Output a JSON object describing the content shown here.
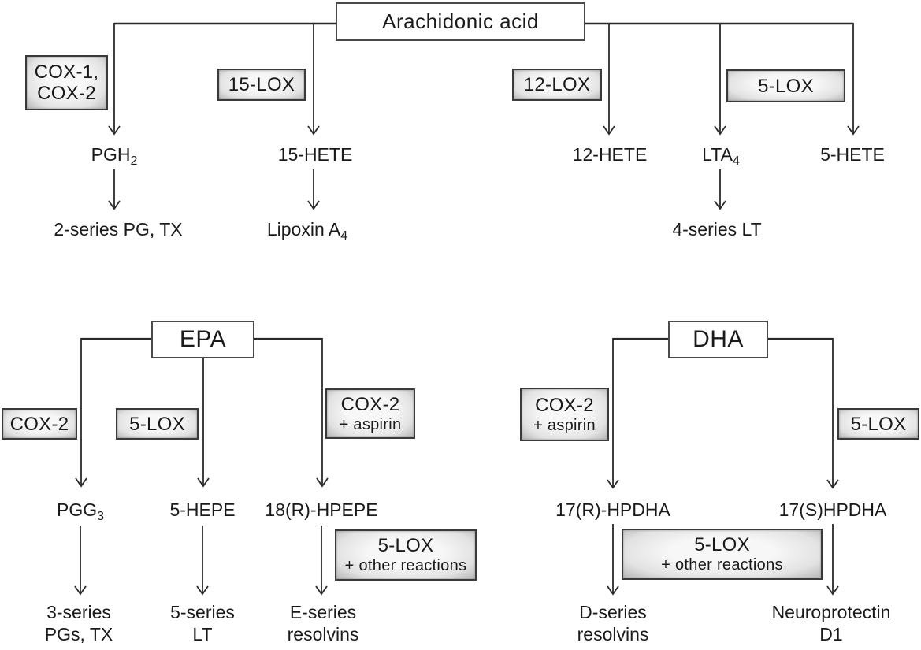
{
  "colors": {
    "line": "#2a2a2a",
    "box_border": "#3a3a3a",
    "enzyme_fill": "#e8e8e8",
    "background": "#ffffff"
  },
  "aa": {
    "substrate": "Arachidonic acid",
    "enzymes": {
      "cox": {
        "line1": "COX-1,",
        "line2": "COX-2"
      },
      "lox15": "15-LOX",
      "lox12": "12-LOX",
      "lox5": "5-LOX"
    },
    "intermediates": {
      "pgh2": {
        "base": "PGH",
        "sub": "2"
      },
      "hete15": "15-HETE",
      "hete12": "12-HETE",
      "lta4": {
        "base": "LTA",
        "sub": "4"
      },
      "hete5": "5-HETE"
    },
    "products": {
      "pg2": "2-series PG, TX",
      "lipoxin": {
        "base": "Lipoxin A",
        "sub": "4"
      },
      "lt4": "4-series LT"
    }
  },
  "epa": {
    "substrate": "EPA",
    "enzymes": {
      "cox2": "COX-2",
      "lox5": "5-LOX",
      "cox2_aspirin": {
        "line1": "COX-2",
        "line2": "+ aspirin"
      },
      "lox5_other": {
        "line1": "5-LOX",
        "line2": "+ other reactions"
      }
    },
    "intermediates": {
      "pgg3": {
        "base": "PGG",
        "sub": "3"
      },
      "hepe5": "5-HEPE",
      "hpepe18": "18(R)-HPEPE"
    },
    "products": {
      "pg3": {
        "line1": "3-series",
        "line2": "PGs, TX"
      },
      "lt5": {
        "line1": "5-series",
        "line2": "LT"
      },
      "eres": {
        "line1": "E-series",
        "line2": "resolvins"
      }
    }
  },
  "dha": {
    "substrate": "DHA",
    "enzymes": {
      "cox2_aspirin": {
        "line1": "COX-2",
        "line2": "+ aspirin"
      },
      "lox5": "5-LOX",
      "lox5_other": {
        "line1": "5-LOX",
        "line2": "+ other reactions"
      }
    },
    "intermediates": {
      "hpdha17r": "17(R)-HPDHA",
      "hpdha17s": "17(S)HPDHA"
    },
    "products": {
      "dres": {
        "line1": "D-series",
        "line2": "resolvins"
      },
      "npd1": {
        "line1": "Neuroprotectin",
        "line2": "D1"
      }
    }
  }
}
